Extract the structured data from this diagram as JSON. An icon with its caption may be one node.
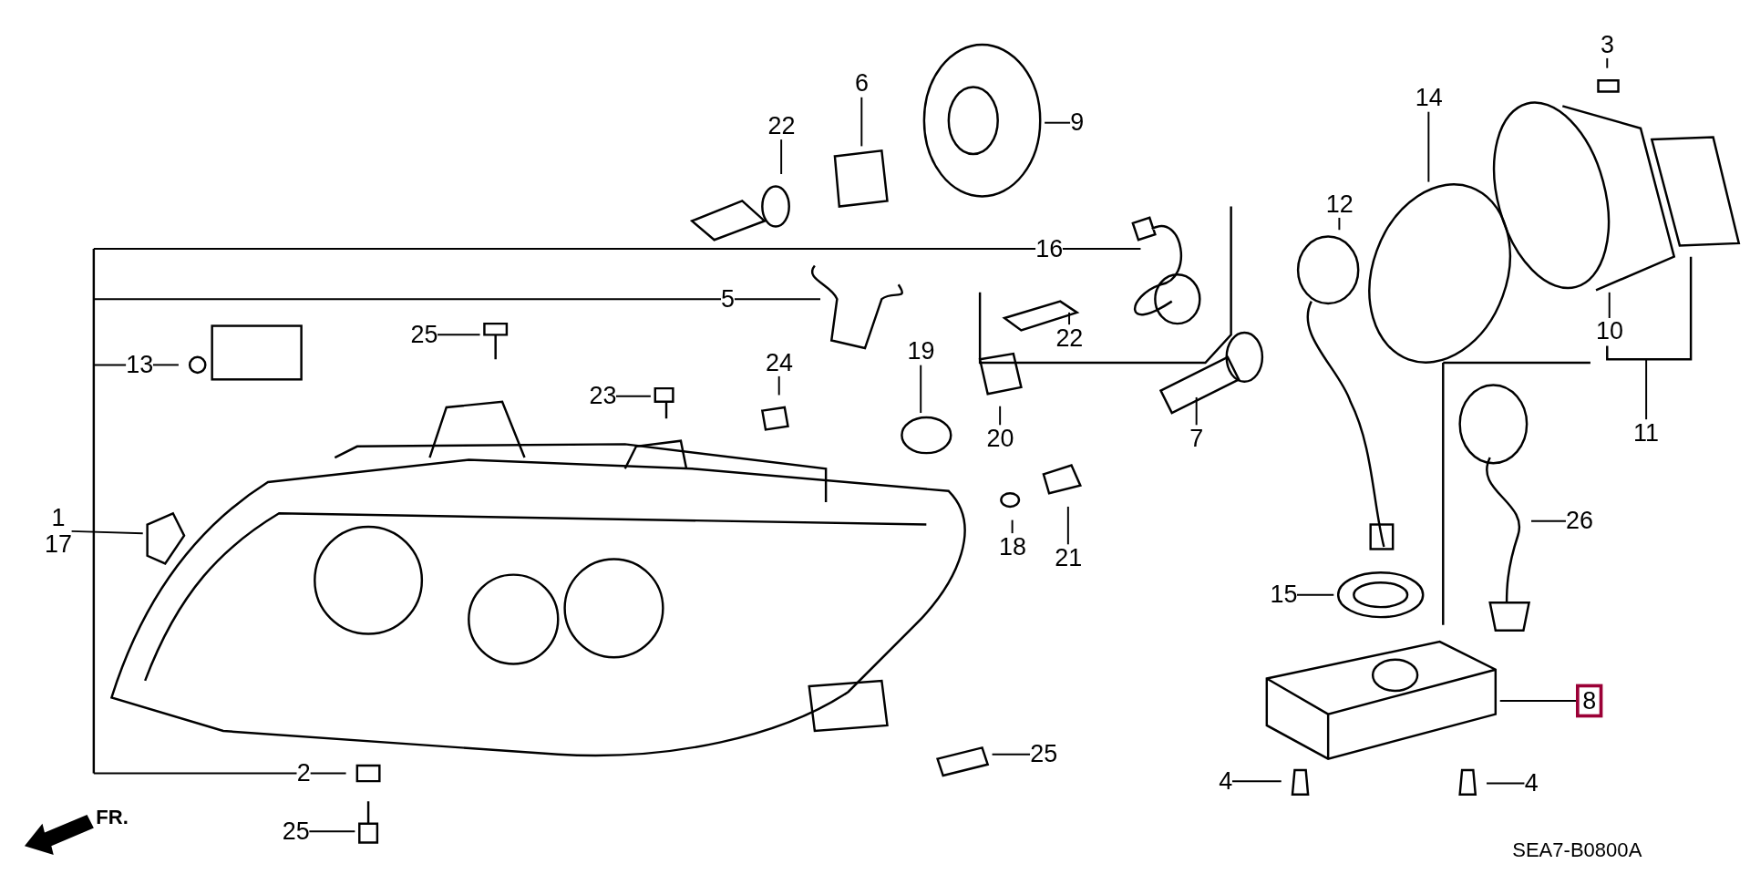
{
  "diagram": {
    "nodes": [
      {
        "text": [
          "3"
        ]
      },
      {
        "text": [
          "6"
        ]
      },
      {
        "text": [
          "22"
        ]
      },
      {
        "text": [
          "9"
        ]
      },
      {
        "text": [
          "14"
        ]
      },
      {
        "text": [
          "12"
        ]
      },
      {
        "text": [
          "16"
        ]
      },
      {
        "text": [
          "5"
        ]
      },
      {
        "text": [
          "25"
        ]
      },
      {
        "text": [
          "13"
        ]
      },
      {
        "text": [
          "19"
        ]
      },
      {
        "text": [
          "24"
        ]
      },
      {
        "text": [
          "22"
        ]
      },
      {
        "text": [
          "23"
        ]
      },
      {
        "text": [
          "10"
        ]
      },
      {
        "text": [
          "7"
        ]
      },
      {
        "text": [
          "20"
        ]
      },
      {
        "text": [
          "11"
        ]
      },
      {
        "text": [
          "1",
          "17"
        ]
      },
      {
        "text": [
          "26"
        ]
      },
      {
        "text": [
          "18"
        ]
      },
      {
        "text": [
          "21"
        ]
      },
      {
        "text": [
          "15"
        ]
      },
      {
        "text": [
          "8"
        ]
      },
      {
        "text": [
          "25"
        ]
      },
      {
        "text": [
          "2"
        ]
      },
      {
        "text": [
          "4"
        ]
      },
      {
        "text": [
          "4"
        ]
      },
      {
        "text": [
          "25"
        ]
      }
    ],
    "edges": [
      {
        "from": 0,
        "to": null,
        "arrow": "none"
      },
      {
        "from": 1,
        "to": null,
        "arrow": "none"
      },
      {
        "from": 2,
        "to": null,
        "arrow": "none"
      },
      {
        "from": 3,
        "to": null,
        "arrow": "none"
      },
      {
        "from": 4,
        "to": null,
        "arrow": "none"
      },
      {
        "from": 5,
        "to": null,
        "arrow": "none"
      },
      {
        "from": 6,
        "to": null,
        "arrow": "none"
      },
      {
        "from": 6,
        "to": null,
        "arrow": "none"
      },
      {
        "from": 7,
        "to": null,
        "arrow": "none"
      },
      {
        "from": 7,
        "to": null,
        "arrow": "none"
      },
      {
        "from": 8,
        "to": null,
        "arrow": "none"
      },
      {
        "from": 9,
        "to": null,
        "arrow": "none"
      },
      {
        "from": 9,
        "to": null,
        "arrow": "none"
      },
      {
        "from": 10,
        "to": null,
        "arrow": "none"
      },
      {
        "from": 11,
        "to": null,
        "arrow": "none"
      },
      {
        "from": 12,
        "to": null,
        "arrow": "none"
      },
      {
        "from": 13,
        "to": null,
        "arrow": "none"
      },
      {
        "from": 14,
        "to": null,
        "arrow": "none"
      },
      {
        "from": 15,
        "to": null,
        "arrow": "none"
      },
      {
        "from": 16,
        "to": null,
        "arrow": "none"
      },
      {
        "from": 17,
        "to": null,
        "arrow": "none"
      },
      {
        "from": 18,
        "to": null,
        "arrow": "none"
      },
      {
        "from": 19,
        "to": null,
        "arrow": "none"
      },
      {
        "from": 20,
        "to": null,
        "arrow": "none"
      },
      {
        "from": 21,
        "to": null,
        "arrow": "none"
      },
      {
        "from": 22,
        "to": null,
        "arrow": "none"
      },
      {
        "from": 23,
        "to": null,
        "arrow": "none"
      },
      {
        "from": 24,
        "to": null,
        "arrow": "none"
      },
      {
        "from": 25,
        "to": null,
        "arrow": "none"
      },
      {
        "from": 25,
        "to": null,
        "arrow": "none"
      },
      {
        "from": 26,
        "to": null,
        "arrow": "none"
      },
      {
        "from": 27,
        "to": null,
        "arrow": "none"
      },
      {
        "from": 28,
        "to": null,
        "arrow": "none"
      }
    ],
    "labels": [
      "FR.",
      "SEA7-B0800A"
    ]
  }
}
